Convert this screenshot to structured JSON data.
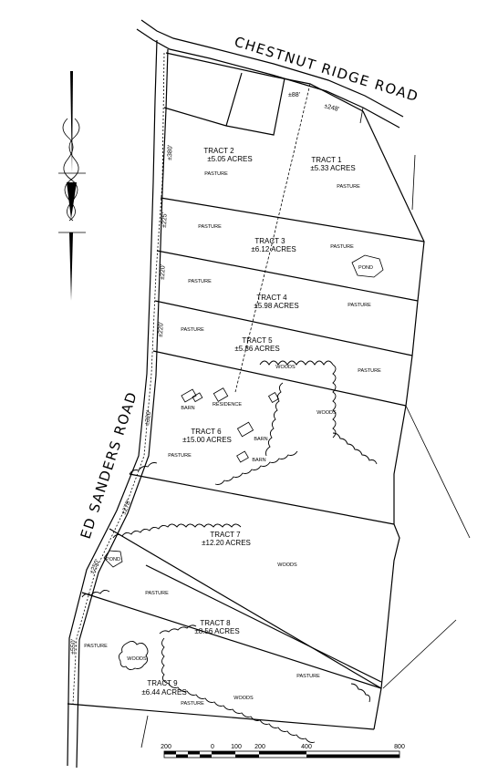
{
  "roads": {
    "north": "CHESTNUT RIDGE ROAD",
    "west": "ED SANDERS ROAD"
  },
  "tracts": [
    {
      "name": "TRACT 1",
      "acres": "±5.33 ACRES"
    },
    {
      "name": "TRACT 2",
      "acres": "±5.05 ACRES"
    },
    {
      "name": "TRACT 3",
      "acres": "±6.12 ACRES"
    },
    {
      "name": "TRACT 4",
      "acres": "±5.98 ACRES"
    },
    {
      "name": "TRACT 5",
      "acres": "±5.86 ACRES"
    },
    {
      "name": "TRACT 6",
      "acres": "±15.00 ACRES"
    },
    {
      "name": "TRACT 7",
      "acres": "±12.20 ACRES"
    },
    {
      "name": "TRACT 8",
      "acres": "±8.56 ACRES"
    },
    {
      "name": "TRACT 9",
      "acres": "±6.44 ACRES"
    }
  ],
  "features": {
    "pasture": "PASTURE",
    "woods": "WOODS",
    "pond": "POND",
    "barn": "BARN",
    "residence": "RESIDENCE"
  },
  "dimensions": {
    "d88": "±88'",
    "d248": "±248'",
    "d380": "±380'",
    "d225": "±225'",
    "d220a": "±220'",
    "d220b": "±220'",
    "d320": "±320'",
    "d278": "±278'",
    "d250": "±250'",
    "d550": "±550'"
  },
  "scale_bar": {
    "labels": [
      "200",
      "0",
      "100",
      "200",
      "400",
      "800"
    ]
  },
  "north_arrow": "north-arrow-icon"
}
